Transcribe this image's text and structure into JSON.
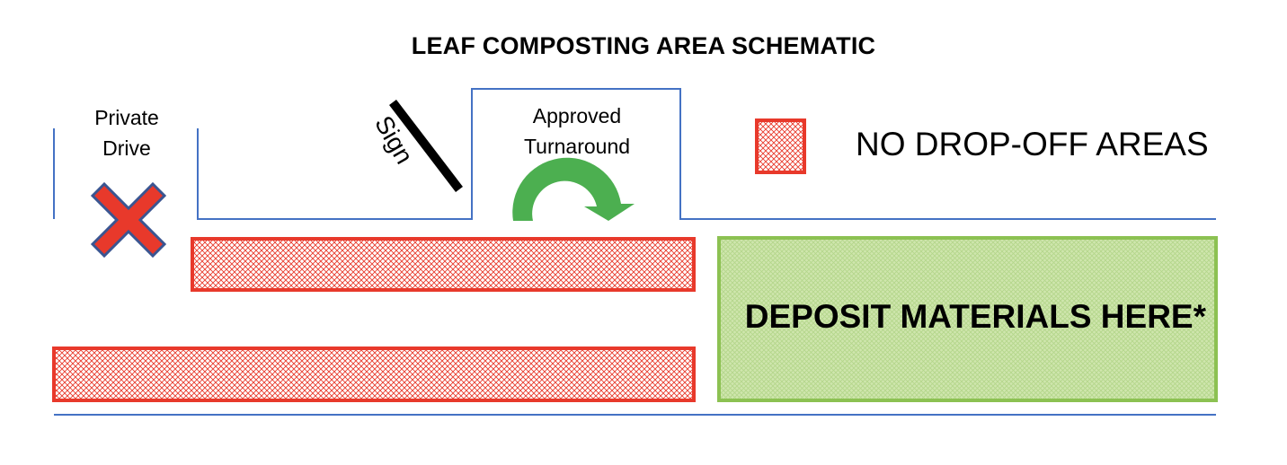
{
  "title": "LEAF COMPOSTING AREA SCHEMATIC",
  "private_drive": {
    "line1": "Private",
    "line2": "Drive"
  },
  "sign_label": "Sign",
  "turnaround": {
    "line1": "Approved",
    "line2": "Turnaround"
  },
  "legend_label": "NO DROP-OFF AREAS",
  "deposit_label": "DEPOSIT MATERIALS HERE*",
  "colors": {
    "outline": "#4472c4",
    "no_dropoff_border": "#e8392b",
    "no_dropoff_hatch": "#e8392b",
    "deposit_fill": "#c9e3a4",
    "deposit_border": "#8cc152",
    "arrow": "#4caf50",
    "cross_fill": "#e8392b",
    "cross_border": "#3a5591"
  }
}
